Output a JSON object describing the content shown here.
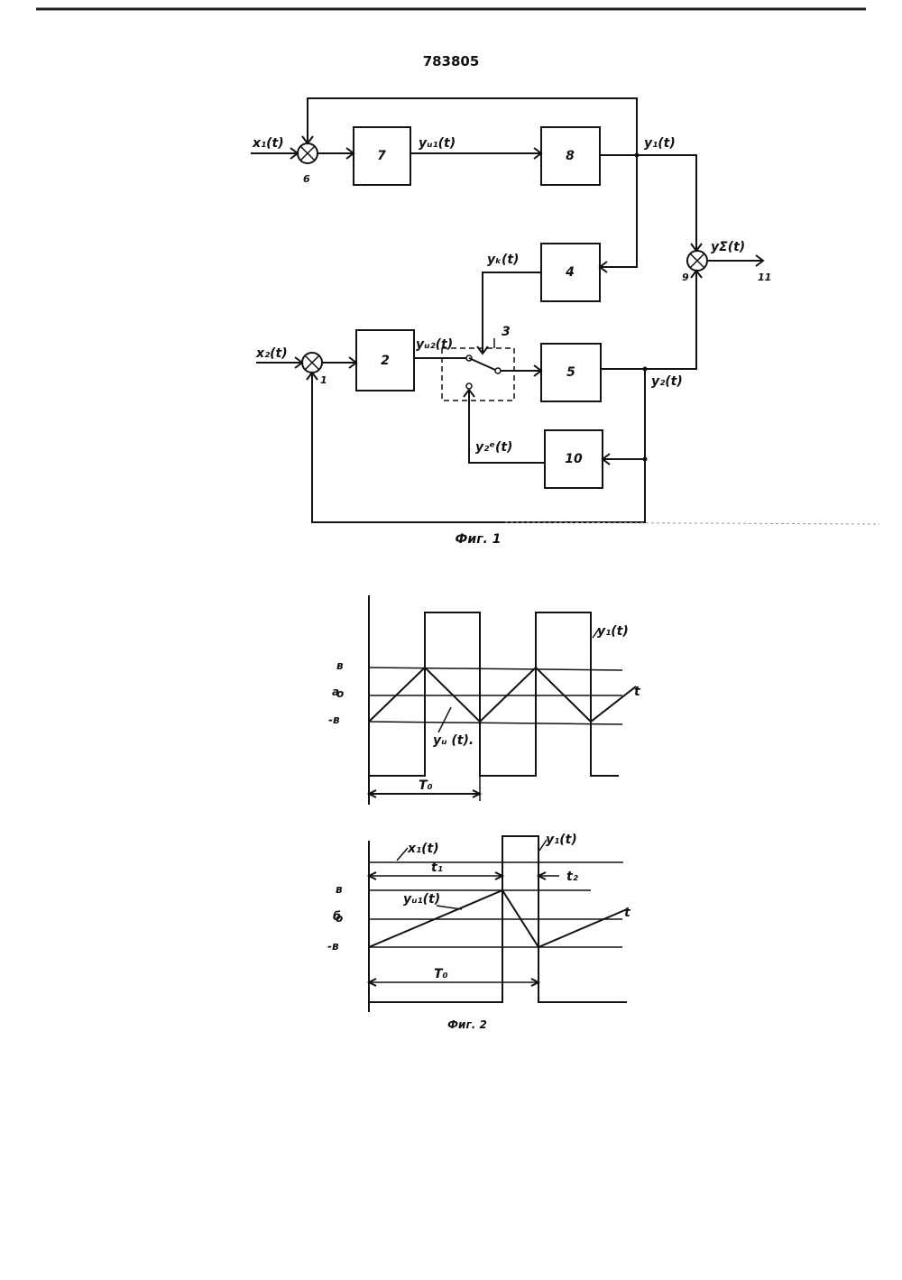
{
  "patent_number": "783805",
  "fig1": {
    "caption": "Фиг. 1",
    "blocks": {
      "b2": "2",
      "b3": "3",
      "b4": "4",
      "b5": "5",
      "b7": "7",
      "b8": "8",
      "b10": "10"
    },
    "node_labels": {
      "n1": "1",
      "n6": "6",
      "n9": "9",
      "n11": "11"
    },
    "signals": {
      "x1": "x₁(t)",
      "x2": "x₂(t)",
      "yu1": "yᵤ₁(t)",
      "yu2": "yᵤ₂(t)",
      "y1": "y₁(t)",
      "y2": "y₂(t)",
      "yk": "yₖ(t)",
      "y2e": "y₂ᵉ(t)",
      "ysum": "yΣ(t)"
    }
  },
  "fig2": {
    "caption": "Фиг. 2",
    "a": {
      "panel_label": "а",
      "y_ticks": [
        "в",
        "о",
        "-в"
      ],
      "y1_label": "y₁(t)",
      "yu_label": "yᵤ (t).",
      "t_label": "t",
      "period_label": "T₀"
    },
    "b": {
      "panel_label": "б",
      "y_ticks": [
        "в",
        "о",
        "-в"
      ],
      "x1_label": "x₁(t)",
      "y1_label": "y₁(t)",
      "yu1_label": "yᵤ₁(t)",
      "t1_label": "t₁",
      "t2_label": "t₂",
      "t_label": "t",
      "period_label": "T₀"
    }
  }
}
